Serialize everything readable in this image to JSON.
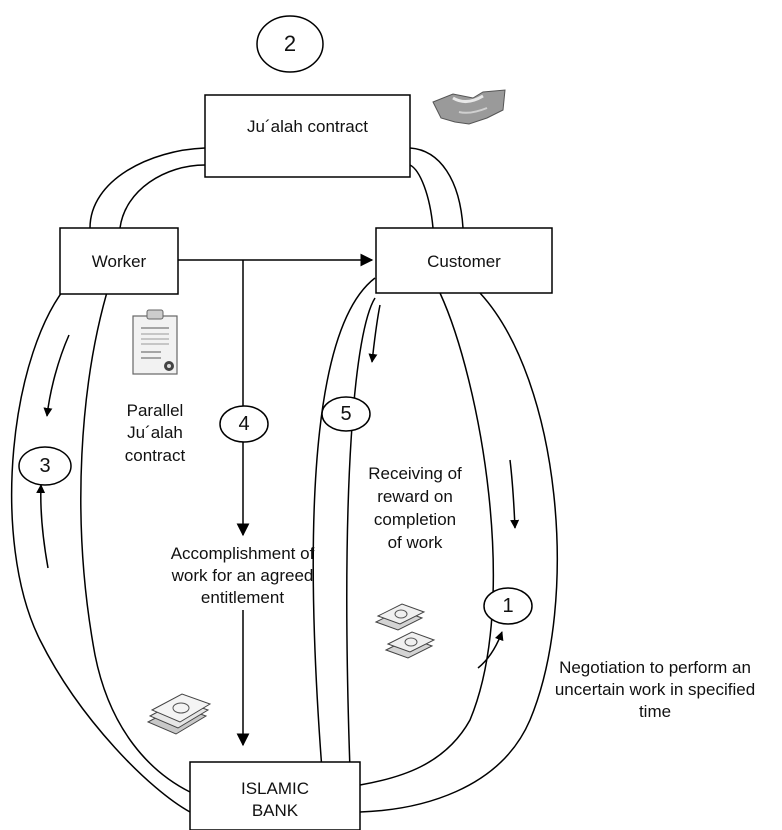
{
  "diagram": {
    "nodes": {
      "jualah_contract": "Ju´alah contract",
      "worker": "Worker",
      "customer": "Customer",
      "islamic_bank_line1": "ISLAMIC",
      "islamic_bank_line2": "BANK"
    },
    "steps": {
      "one": "1",
      "two": "2",
      "three": "3",
      "four": "4",
      "five": "5"
    },
    "annotations": {
      "parallel_line1": "Parallel",
      "parallel_line2": "Ju´alah",
      "parallel_line3": "contract",
      "accomplishment_line1": "Accomplishment of",
      "accomplishment_line2": "work for an agreed",
      "accomplishment_line3": "entitlement",
      "receiving_line1": "Receiving of",
      "receiving_line2": "reward on",
      "receiving_line3": "completion",
      "receiving_line4": "of work",
      "negotiation_line1": "Negotiation to perform an",
      "negotiation_line2": "uncertain work in specified",
      "negotiation_line3": "time"
    },
    "icons": {
      "handshake": "handshake-icon",
      "certificate": "certificate-icon",
      "money_left": "money-stack-icon",
      "money_right": "money-stack-icon"
    }
  }
}
